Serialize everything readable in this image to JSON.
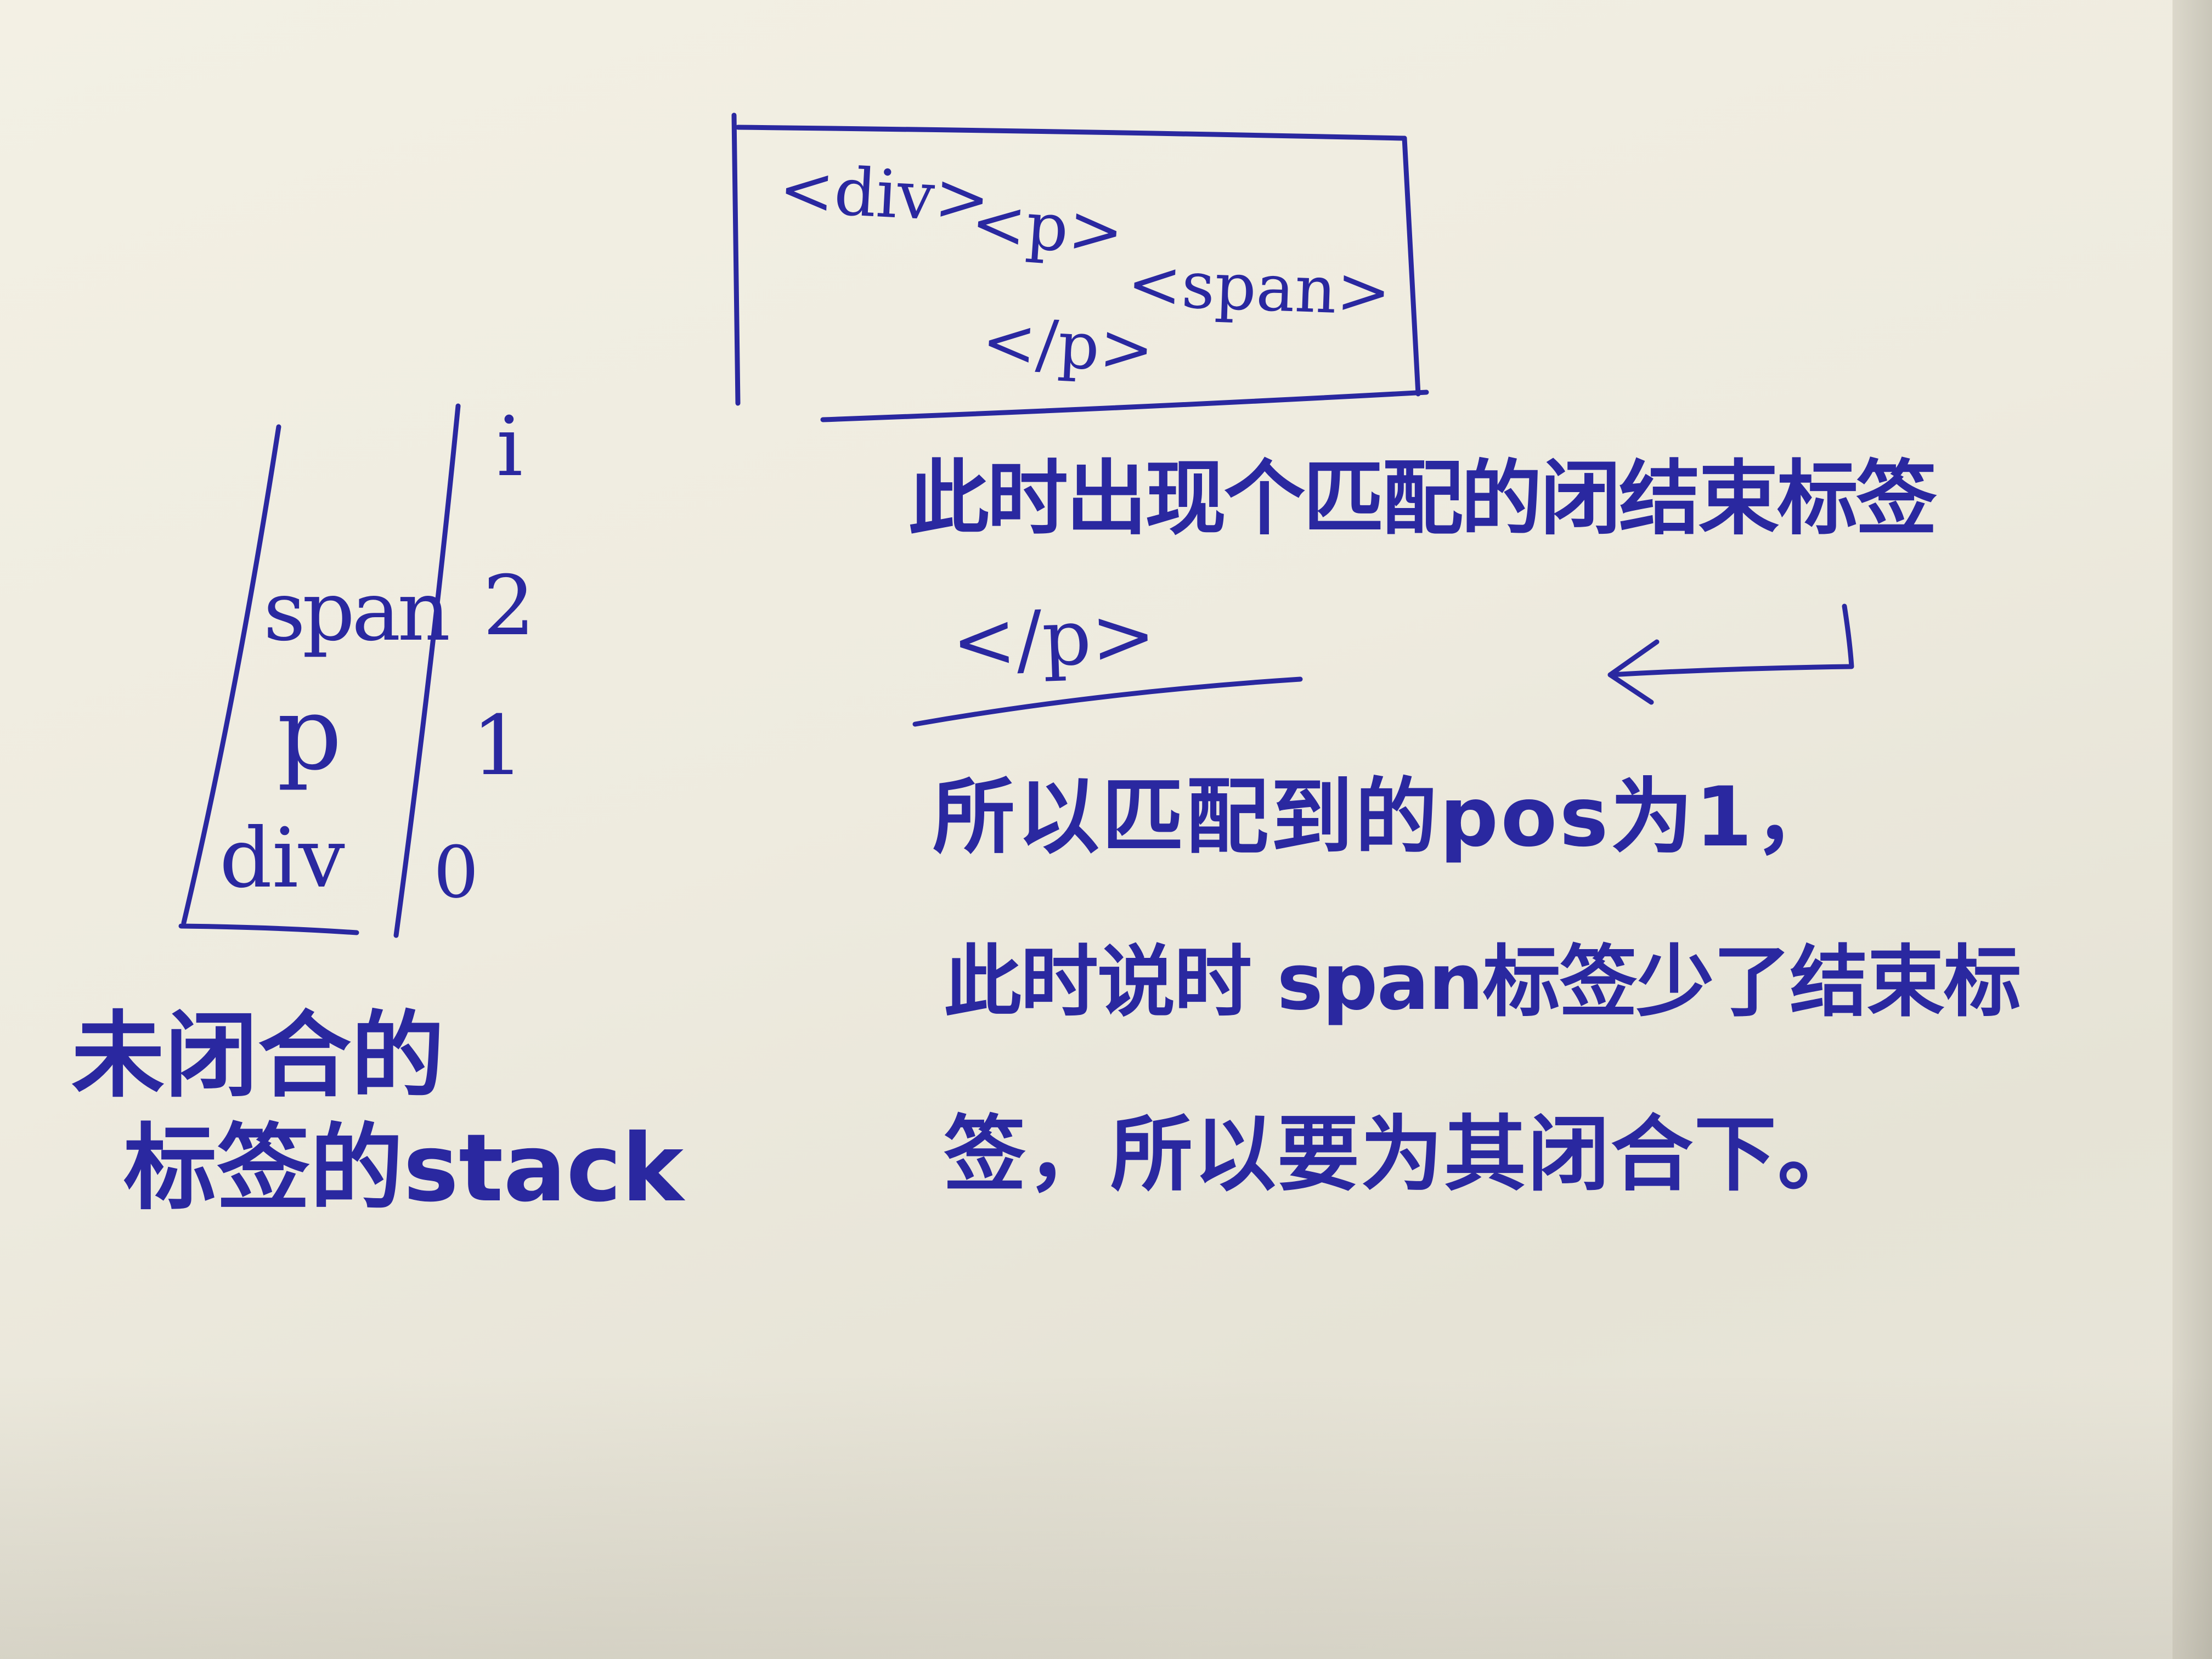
{
  "code_box": {
    "line1_div": "<div>",
    "line2_p": "<p>",
    "line3_span": "<span>",
    "line4_close_p": "</p>"
  },
  "stack": {
    "items": [
      {
        "label": "span",
        "index": "2"
      },
      {
        "label": "p",
        "index": "1"
      },
      {
        "label": "div",
        "index": "0"
      }
    ],
    "top_index": "i",
    "caption_line1": "未闭合的",
    "caption_line2": "标签的stack"
  },
  "note": {
    "line1": "此时出现个匹配的闭结束标签",
    "matched_tag": "</p>",
    "line2": "所以匹配到的pos为1，",
    "line3": "此时说时 span标签少了结束标",
    "line4": "签，所以要为其闭合下。"
  },
  "colors": {
    "ink": "#2a28a0",
    "paper": "#f1eee2"
  }
}
